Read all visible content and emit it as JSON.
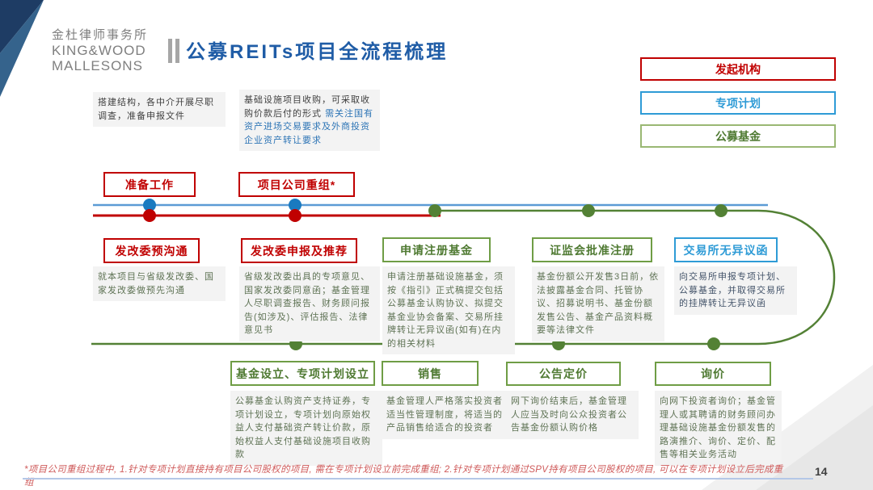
{
  "logo": {
    "cn": "金杜律师事务所",
    "en_line1": "KING&WOOD",
    "en_line2": "MALLESONS"
  },
  "title": "公募REITs项目全流程梳理",
  "legend": [
    {
      "label": "发起机构",
      "color": "#C00000"
    },
    {
      "label": "专项计划",
      "color": "#2E9BD6"
    },
    {
      "label": "公募基金",
      "color": "#6F9D45"
    }
  ],
  "colors": {
    "red": "#C00000",
    "blue": "#2E9BD6",
    "green": "#538135",
    "title_blue": "#1F5CA6"
  },
  "top_notes": {
    "preparation": "搭建结构，各中介开展尽职调查，准备申报文件",
    "restructure_black": "基础设施项目收购，可采取收购价款后付的形式",
    "restructure_blue": "需关注国有资产进场交易要求及外商投资企业资产转让要求"
  },
  "row_top": [
    {
      "label": "准备工作"
    },
    {
      "label": "项目公司重组*"
    }
  ],
  "row_mid": [
    {
      "label": "发改委预沟通",
      "theme": "red",
      "desc": "就本项目与省级发改委、国家发改委做预先沟通"
    },
    {
      "label": "发改委申报及推荐",
      "theme": "red",
      "desc": "省级发改委出具的专项意见、国家发改委同意函；基金管理人尽职调查报告、财务顾问报告(如涉及)、评估报告、法律意见书"
    },
    {
      "label": "申请注册基金",
      "theme": "green",
      "desc": "申请注册基础设施基金，须按《指引》正式稿提交包括公募基金认购协议、拟提交基金业协会备案、交易所挂牌转让无异议函(如有)在内的相关材料"
    },
    {
      "label": "证监会批准注册",
      "theme": "green",
      "desc": "基金份额公开发售3日前，依法披露基金合同、托管协议、招募说明书、基金份额发售公告、基金产品资料概要等法律文件"
    },
    {
      "label": "交易所无异议函",
      "theme": "blue",
      "desc": "向交易所申报专项计划、公募基金，并取得交易所的挂牌转让无异议函"
    }
  ],
  "row_bottom": [
    {
      "label": "基金设立、专项计划设立",
      "desc": "公募基金认购资产支持证券，专项计划设立，专项计划向原始权益人支付基础资产转让价款，原始权益人支付基础设施项目收购款"
    },
    {
      "label": "销售",
      "desc": "基金管理人严格落实投资者适当性管理制度，将适当的产品销售给适合的投资者"
    },
    {
      "label": "公告定价",
      "desc": "网下询价结束后，基金管理人应当及时向公众投资者公告基金份额认购价格"
    },
    {
      "label": "询价",
      "desc": "向网下投资者询价；基金管理人或其聘请的财务顾问办理基础设施基金份额发售的路演推介、询价、定价、配售等相关业务活动"
    }
  ],
  "footnote": "*项目公司重组过程中, 1.针对专项计划直接持有项目公司股权的项目, 需在专项计划设立前完成重组; 2.针对专项计划通过SPV持有项目公司股权的项目, 可以在专项计划设立后完成重组",
  "page_number": "14"
}
